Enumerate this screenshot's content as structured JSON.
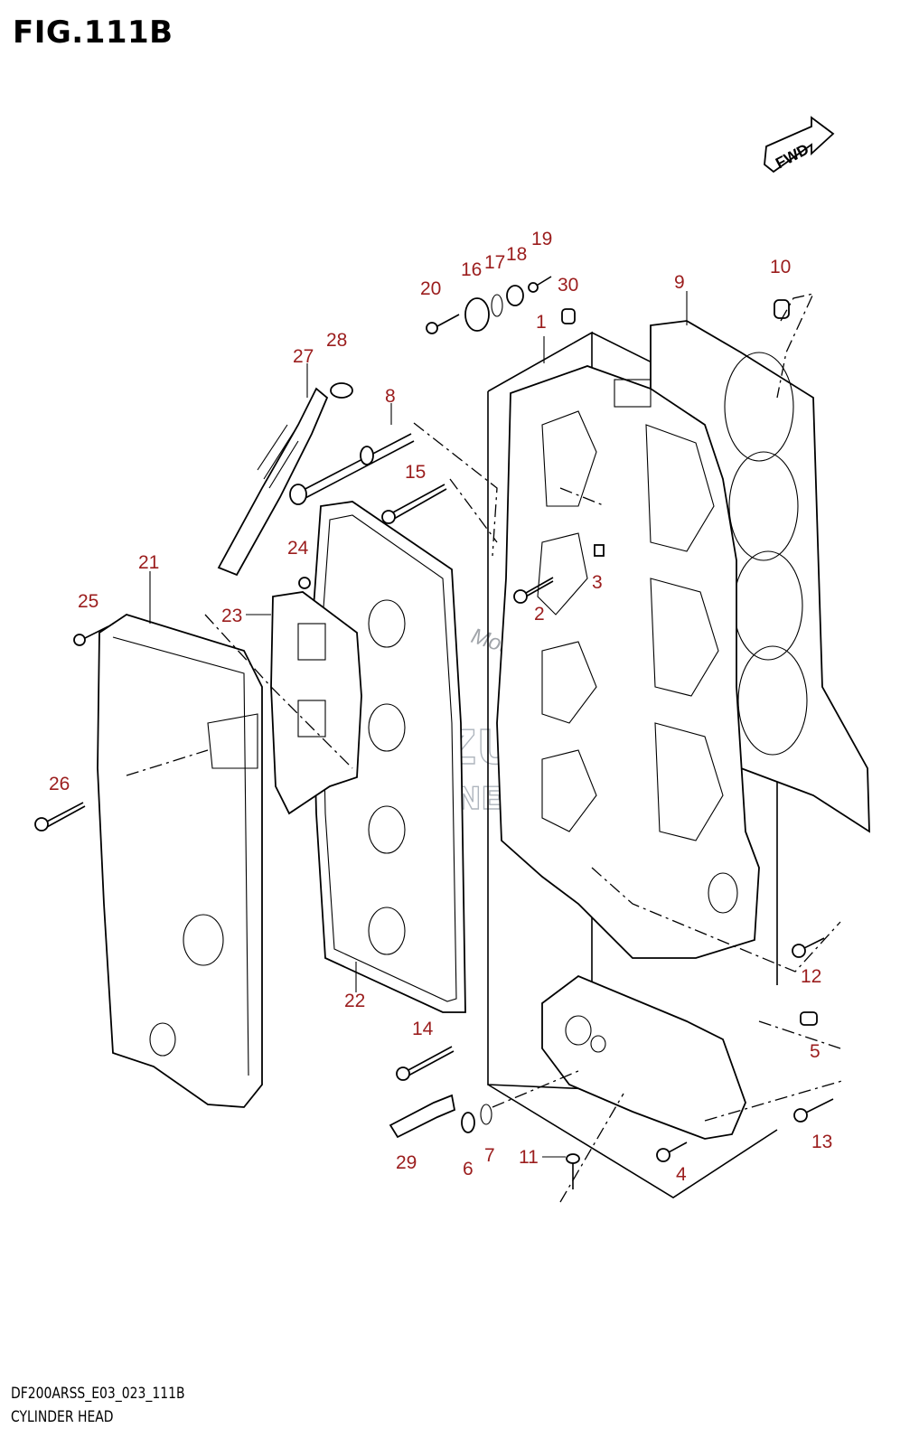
{
  "figure": {
    "title": "FIG.111B"
  },
  "fwd_label": "FWD",
  "footer": {
    "code": "DF200ARSS_E03_023_111B",
    "name": "CYLINDER HEAD"
  },
  "watermark": {
    "line1": "SUZUKI",
    "line2": "MARINE PARTS",
    "script": "Motoplyce"
  },
  "callouts": [
    {
      "id": "c1",
      "label": "1"
    },
    {
      "id": "c2",
      "label": "2"
    },
    {
      "id": "c3",
      "label": "3"
    },
    {
      "id": "c4",
      "label": "4"
    },
    {
      "id": "c5",
      "label": "5"
    },
    {
      "id": "c6",
      "label": "6"
    },
    {
      "id": "c7",
      "label": "7"
    },
    {
      "id": "c8",
      "label": "8"
    },
    {
      "id": "c9",
      "label": "9"
    },
    {
      "id": "c10",
      "label": "10"
    },
    {
      "id": "c11",
      "label": "11"
    },
    {
      "id": "c12",
      "label": "12"
    },
    {
      "id": "c13",
      "label": "13"
    },
    {
      "id": "c14",
      "label": "14"
    },
    {
      "id": "c15",
      "label": "15"
    },
    {
      "id": "c16",
      "label": "16"
    },
    {
      "id": "c17",
      "label": "17"
    },
    {
      "id": "c18",
      "label": "18"
    },
    {
      "id": "c19",
      "label": "19"
    },
    {
      "id": "c20",
      "label": "20"
    },
    {
      "id": "c21",
      "label": "21"
    },
    {
      "id": "c22",
      "label": "22"
    },
    {
      "id": "c23",
      "label": "23"
    },
    {
      "id": "c24",
      "label": "24"
    },
    {
      "id": "c25",
      "label": "25"
    },
    {
      "id": "c26",
      "label": "26"
    },
    {
      "id": "c27",
      "label": "27"
    },
    {
      "id": "c28",
      "label": "28"
    },
    {
      "id": "c29",
      "label": "29"
    },
    {
      "id": "c30",
      "label": "30"
    }
  ]
}
